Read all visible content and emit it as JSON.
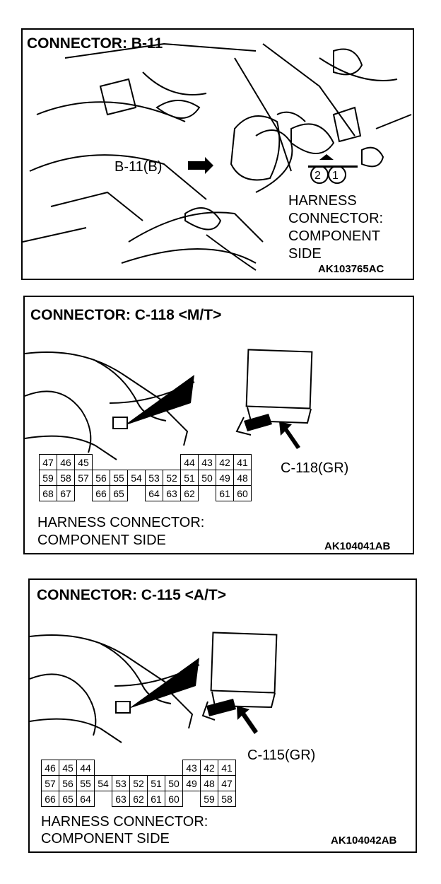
{
  "panel1": {
    "title": "CONNECTOR: B-11",
    "callout": "B-11(B)",
    "pin_labels": [
      "2",
      "1"
    ],
    "caption": [
      "HARNESS",
      "CONNECTOR:",
      "COMPONENT",
      "SIDE"
    ],
    "code": "AK103765AC"
  },
  "panel2": {
    "title": "CONNECTOR: C-118 <M/T>",
    "callout": "C-118(GR)",
    "pins": [
      [
        "47",
        "46",
        "45",
        "",
        "",
        "",
        "",
        "",
        "44",
        "43",
        "42",
        "41"
      ],
      [
        "59",
        "58",
        "57",
        "56",
        "55",
        "54",
        "53",
        "52",
        "51",
        "50",
        "49",
        "48"
      ],
      [
        "68",
        "67",
        "",
        "66",
        "65",
        "",
        "64",
        "63",
        "62",
        "",
        "61",
        "60"
      ]
    ],
    "caption": [
      "HARNESS CONNECTOR:",
      "COMPONENT SIDE"
    ],
    "code": "AK104041AB"
  },
  "panel3": {
    "title": "CONNECTOR: C-115 <A/T>",
    "callout": "C-115(GR)",
    "pins": [
      [
        "46",
        "45",
        "44",
        "",
        "",
        "",
        "",
        "",
        "43",
        "42",
        "41"
      ],
      [
        "57",
        "56",
        "55",
        "54",
        "53",
        "52",
        "51",
        "50",
        "49",
        "48",
        "47"
      ],
      [
        "66",
        "65",
        "64",
        "",
        "63",
        "62",
        "61",
        "60",
        "",
        "59",
        "58"
      ]
    ],
    "caption": [
      "HARNESS CONNECTOR:",
      "COMPONENT SIDE"
    ],
    "code": "AK104042AB"
  }
}
